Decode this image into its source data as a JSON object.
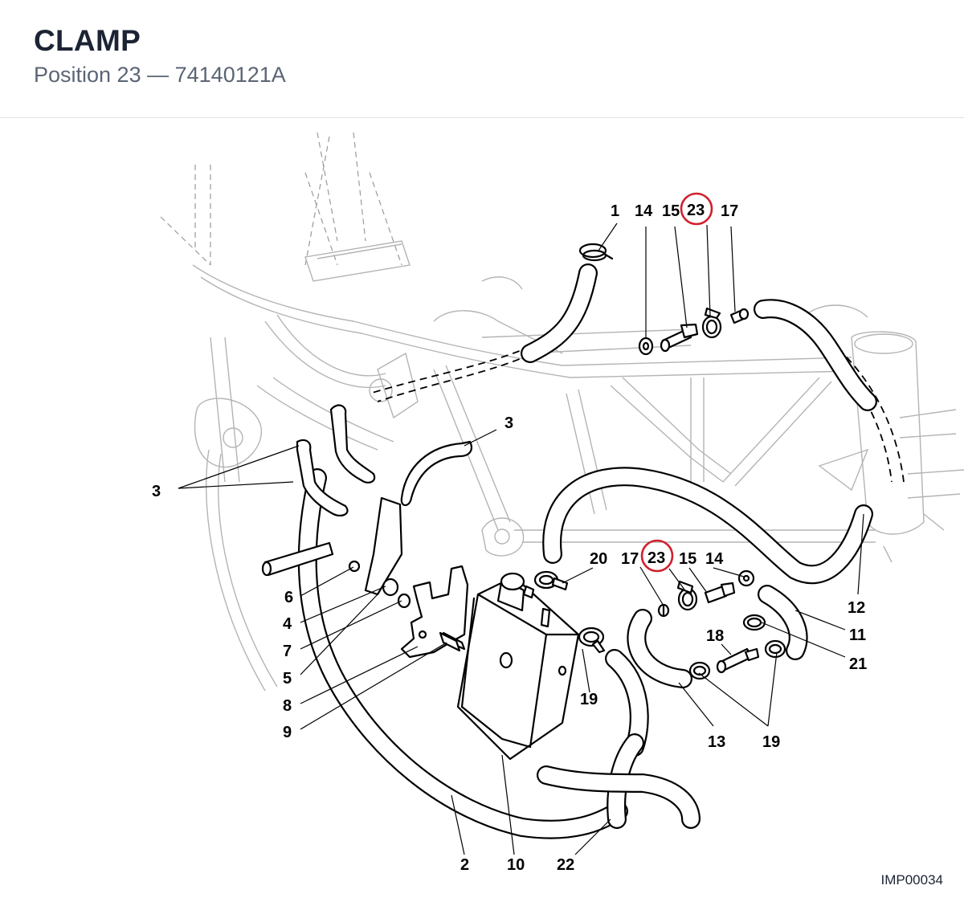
{
  "header": {
    "title": "CLAMP",
    "position_label": "Position 23",
    "separator": "—",
    "part_number": "74140121A"
  },
  "diagram": {
    "reference": "IMP00034",
    "highlight_color": "#d0202e",
    "highlighted_label": "23",
    "labels": [
      "1",
      "14",
      "15",
      "23",
      "17",
      "3",
      "3",
      "20",
      "17",
      "23",
      "15",
      "14",
      "12",
      "6",
      "4",
      "7",
      "5",
      "8",
      "9",
      "18",
      "11",
      "21",
      "19",
      "19",
      "13",
      "2",
      "10",
      "22"
    ]
  }
}
